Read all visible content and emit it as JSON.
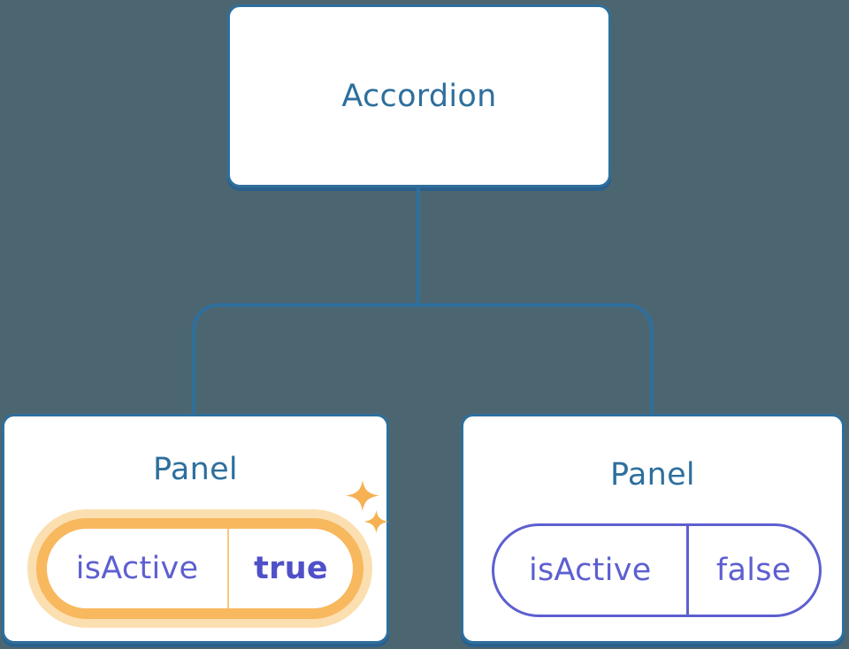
{
  "diagram": {
    "kind": "component-state-tree",
    "colors": {
      "background": "#4C6671",
      "node_blue": "#2E6F9D",
      "node_fill": "#FFFFFF",
      "state_purple": "#5D5FD0",
      "state_value_bold_purple": "#4F50C8",
      "highlight_orange": "#F7B85E",
      "highlight_glow": "#FBDFB0",
      "highlight_divider": "#F9C87E",
      "sparkle_orange": "#F5B154"
    },
    "icons": {
      "sparkle": "four-point-star"
    },
    "tree": {
      "root": {
        "label": "Accordion"
      },
      "children": [
        {
          "label": "Panel",
          "highlighted": true,
          "state": {
            "key": "isActive",
            "value": "true"
          }
        },
        {
          "label": "Panel",
          "highlighted": false,
          "state": {
            "key": "isActive",
            "value": "false"
          }
        }
      ]
    }
  }
}
